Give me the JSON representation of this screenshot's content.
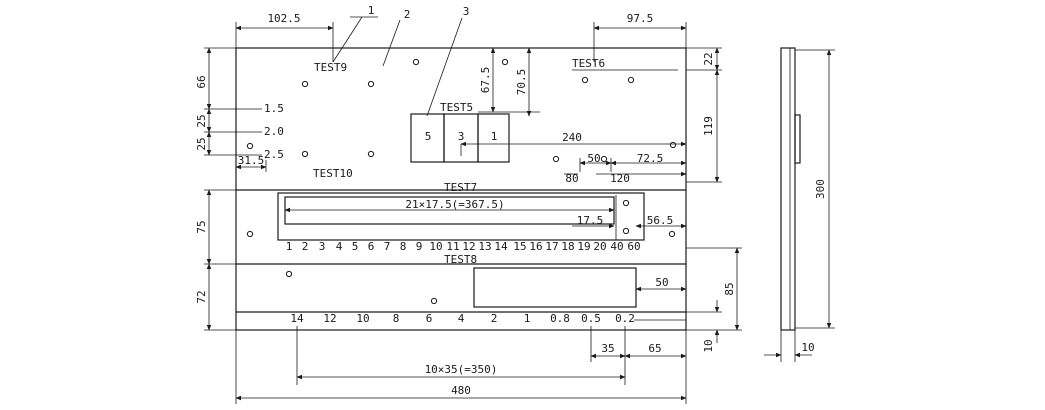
{
  "dimensions": {
    "top_left": "102.5",
    "top_right": "97.5",
    "left_66": "66",
    "left_25a": "25",
    "left_25b": "25",
    "left_31_5": "31.5",
    "d_67_5": "67.5",
    "d_70_5": "70.5",
    "right_22": "22",
    "right_119": "119",
    "d_240": "240",
    "d_50_top": "50",
    "d_72_5": "72.5",
    "d_80": "80",
    "d_120": "120",
    "left_75": "75",
    "bar_span": "21×17.5(=367.5)",
    "d_17_5": "17.5",
    "d_56_5": "56.5",
    "left_72": "72",
    "d_50_bottom": "50",
    "right_85": "85",
    "bottom_35": "35",
    "bottom_65": "65",
    "right_10": "10",
    "bottom_span": "10×35(=350)",
    "total_width": "480",
    "side_height": "300",
    "side_10": "10"
  },
  "callouts": [
    "1",
    "2",
    "3"
  ],
  "grayscale_labels": [
    "1.5",
    "2.0",
    "2.5"
  ],
  "test_labels": {
    "t9": "TEST9",
    "t6": "TEST6",
    "t5": "TEST5",
    "t10": "TEST10",
    "t7": "TEST7",
    "t8": "TEST8"
  },
  "box_labels": [
    "5",
    "3",
    "1"
  ],
  "bar_numbers": [
    "1",
    "2",
    "3",
    "4",
    "5",
    "6",
    "7",
    "8",
    "9",
    "10",
    "11",
    "12",
    "13",
    "14",
    "15",
    "16",
    "17",
    "18",
    "19",
    "20",
    "40",
    "60"
  ],
  "step_numbers": [
    "14",
    "12",
    "10",
    "8",
    "6",
    "4",
    "2",
    "1",
    "0.8",
    "0.5",
    "0.2"
  ]
}
